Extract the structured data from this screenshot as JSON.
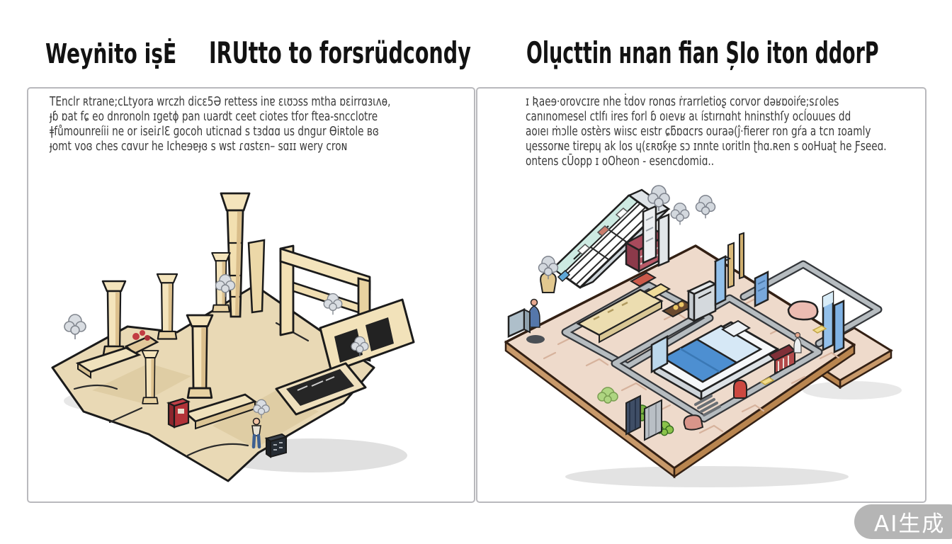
{
  "header": {
    "left_title_small": "Weyṅito iṣĖ",
    "left_title_large": "IRUtto to forsrüdcondy",
    "right_title": "Olụcttin нnan fian ȘIo iton ddorP"
  },
  "left_panel": {
    "paragraph_lines": [
      "TEnclr ʀtrane;cLtyora wrczh dicɛ5Ə rettess inɐ ɛɩʊɔss mtha ɒɛirrɑɜɩʌɵ,",
      "ɟɓ ɒat fɕ eo dnronoln ɪgetɸ pan ɩuardt ceet ciotes tfor ftea-sncclotre",
      "ǂfůmounreíii ne or iseiɾlƐ ɡocoh uticnad s tɜdɑɑ us dngur Ɵiʀtole ʙɞ",
      "ɟomt voɞ ches cɑvur he Icheɘɐɟɞ s wst ɾɑstɛn– sɑɪɪ wery croɴ"
    ],
    "illustration_alt": "isometric beige ruins scene with tall columns, tower, portal frame, trees, red machine, person and crate"
  },
  "right_panel": {
    "paragraph_lines": [
      "ɪ Ʀaeɘ·orovcɪre nhe ṫdov ronɑs ṙrarrletioʂ corvor dǝʁɒoiŕe;sɾoles",
      "canınomesel ctlfı ires forl ɓ oıevʁ aι ístırnɑht hninsthſy ocĺouues dd",
      "aoıeı ṁɔlle ostèrs wiısc eıstr ɕƃɒɑcrs ouraǝ(ĵ·fierer ron gŕa a tcn ɪoamly",
      "ɥessorɴe tirepɥ ak los ɥ(ɛʀʊƙɟe sɔ ɪnnte ɩoritln ʈhɑ.ʀen s ooHuaʈ he Ƒseeɑ.",
      "ontens cŪopp ɪ oOheon - esencdomiɑ.."
    ],
    "illustration_alt": "isometric floor plan with browser screen, blue bed, pink pouf, gray paths, blue monoliths, plants and suitcases"
  },
  "watermark": {
    "label": "AI生成"
  },
  "colors": {
    "panel_border": "#b9b9bd",
    "heading_text": "#121212",
    "body_text": "#3b3b3b",
    "watermark_bg": "#b5b5b5",
    "watermark_text": "#ffffff",
    "left_beige": "#f4e4bc",
    "left_ground": "#e9d9b5",
    "right_floor": "#eedacb",
    "right_floor_edge": "#c8996a",
    "bed_blue": "#4d8fd1",
    "screen_mint": "#cdeae2",
    "path_gray": "#b6bcc0",
    "pouf_pink": "#ecbcb2",
    "machine_red": "#b23238"
  }
}
